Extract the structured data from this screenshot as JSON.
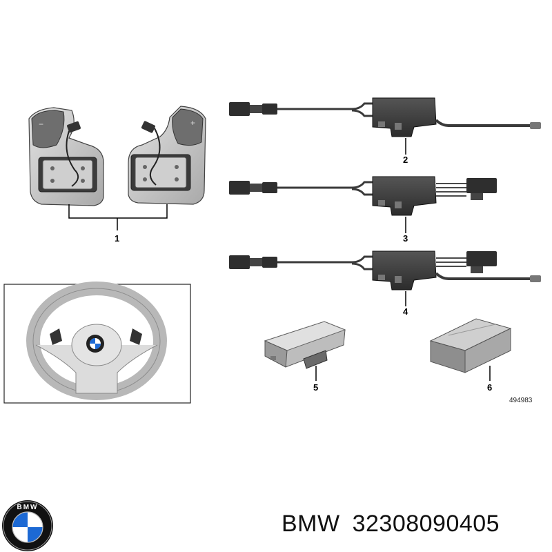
{
  "diagram": {
    "callouts": [
      "1",
      "2",
      "3",
      "4",
      "5",
      "6"
    ],
    "drawing_number": "494983"
  },
  "footer": {
    "brand": "BMW",
    "part_number": "32308090405",
    "logo_letters": "BMW"
  },
  "colors": {
    "part_dark": "#3a3a3a",
    "part_grey": "#8a8a8a",
    "part_light": "#d0d0d0",
    "logo_blue": "#1c69d4",
    "logo_ring": "#111111"
  },
  "icons": [
    "steering-paddle-left-icon",
    "steering-paddle-right-icon",
    "wiring-harness-icon",
    "control-module-icon",
    "box-icon",
    "steering-wheel-icon",
    "bmw-logo-icon"
  ]
}
